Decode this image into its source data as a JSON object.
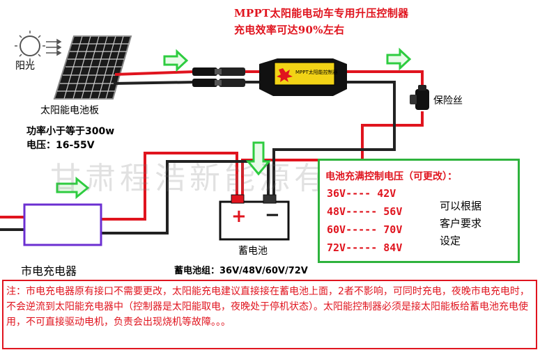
{
  "title": {
    "line1": "MPPT太阳能电动车专用升压控制器",
    "line2": "充电效率可达90%左右"
  },
  "sun_label": "阳光",
  "solar_panel": {
    "label": "太阳能电池板",
    "power": "功率小于等于300w",
    "voltage": "电压：16-55V"
  },
  "controller": {
    "face_text": "MPPT太阳能控制器"
  },
  "fuse_label": "保险丝",
  "charger_label": "市电充电器",
  "battery": {
    "label": "蓄电池",
    "plus": "+",
    "minus": "−",
    "group": "蓄电池组：36V/48V/60V/72V"
  },
  "voltage_box": {
    "heading": "电池充满控制电压（可更改）：",
    "rows": [
      "36V---- 42V",
      "48V----- 56V",
      "60V----- 70V",
      "72V----- 84V"
    ],
    "side_note": [
      "可以根据",
      "客户要求",
      "设定"
    ]
  },
  "watermark": "甘肃程浩新能源有限公司",
  "note": "注：市电充电器原有接口不需要更改，太阳能充电建议直接接在蓄电池上面，2者不影响，可同时充电，夜晚市电充电时，不会逆流到太阳能充电器中（控制器是太阳能取电，夜晚处于停机状态）。太阳能控制器必须是接太阳能板给蓄电池充电使用，不可直接驱动电机，负责会出现烧机等故障。。。",
  "colors": {
    "title_red": "#e0141e",
    "wire_red": "#e0141e",
    "arrow_green": "#2ecc40",
    "box_green": "#2eb33d",
    "charger_purple": "#6b2fd1"
  }
}
